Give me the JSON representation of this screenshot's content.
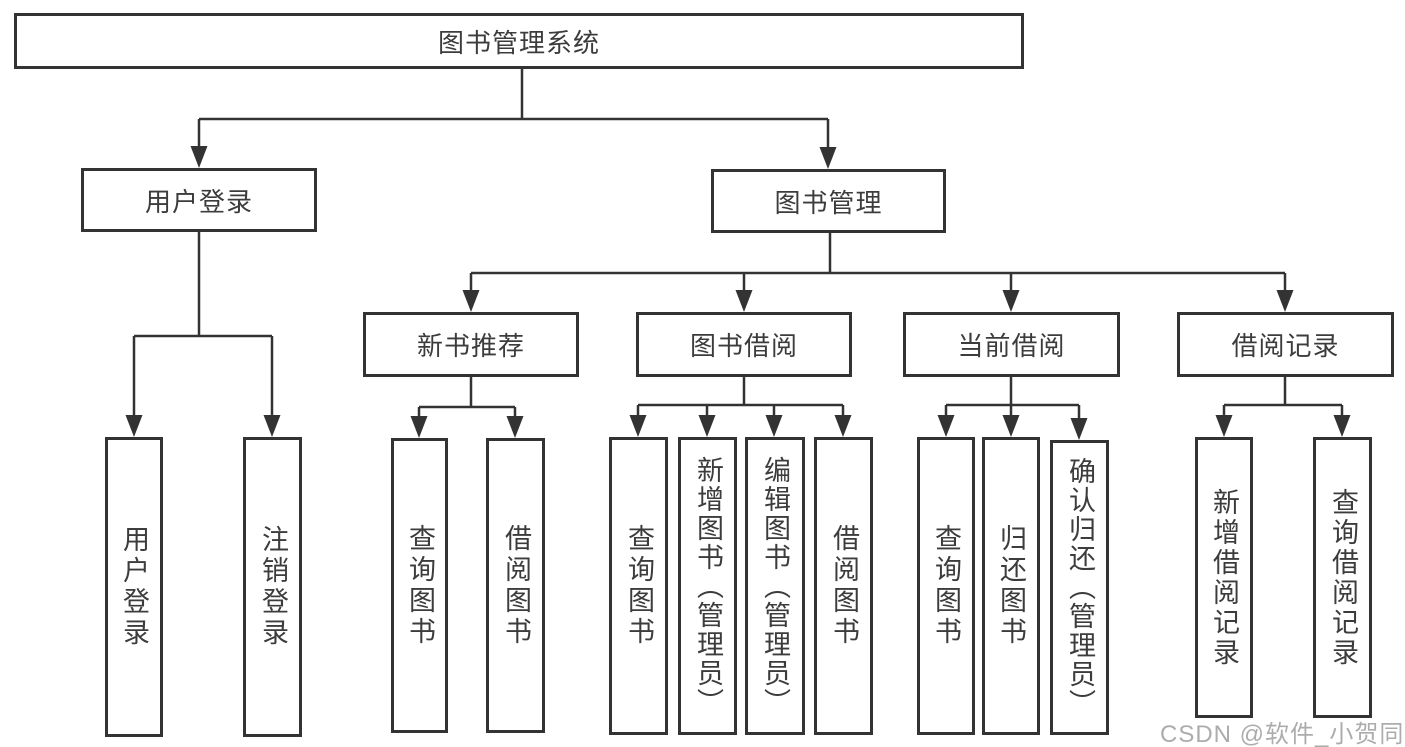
{
  "tree": {
    "label": "图书管理系统",
    "children": [
      {
        "label": "用户登录",
        "children": [
          {
            "label": "用户登录"
          },
          {
            "label": "注销登录"
          }
        ]
      },
      {
        "label": "图书管理",
        "children": [
          {
            "label": "新书推荐",
            "children": [
              {
                "label": "查询图书"
              },
              {
                "label": "借阅图书"
              }
            ]
          },
          {
            "label": "图书借阅",
            "children": [
              {
                "label": "查询图书"
              },
              {
                "label": "新增图书（管理员）"
              },
              {
                "label": "编辑图书（管理员）"
              },
              {
                "label": "借阅图书"
              }
            ]
          },
          {
            "label": "当前借阅",
            "children": [
              {
                "label": "查询图书"
              },
              {
                "label": "归还图书"
              },
              {
                "label": "确认归还（管理员）"
              }
            ]
          },
          {
            "label": "借阅记录",
            "children": [
              {
                "label": "新增借阅记录"
              },
              {
                "label": "查询借阅记录"
              }
            ]
          }
        ]
      }
    ]
  },
  "watermark": {
    "text": "CSDN @软件_小贺同学"
  },
  "colors": {
    "line": "#333333",
    "box_border": "#333333",
    "text": "#3c3c3c",
    "watermark": "#a5a5a5",
    "background": "#ffffff"
  }
}
